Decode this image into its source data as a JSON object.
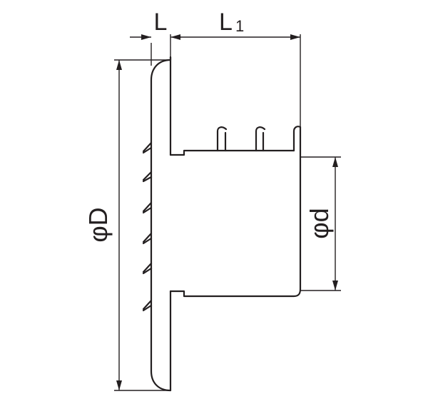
{
  "labels": {
    "L": "L",
    "L1_main": "L",
    "L1_sub": "1",
    "phiD_symbol": "φ",
    "phiD_letter": "D",
    "phid_symbol": "φ",
    "phid_letter": "d"
  },
  "colors": {
    "ink": "#231f20",
    "background": "#ffffff"
  }
}
